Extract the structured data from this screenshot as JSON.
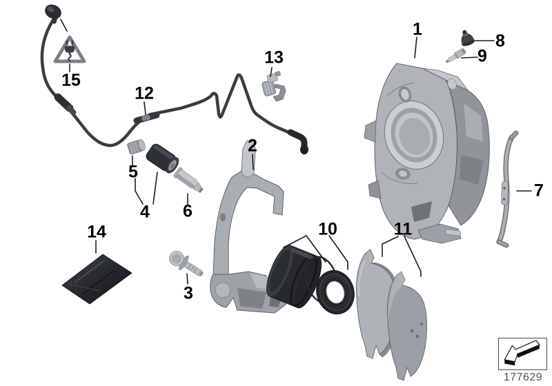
{
  "callouts": {
    "p1": "1",
    "p2": "2",
    "p3": "3",
    "p4": "4",
    "p5": "5",
    "p6": "6",
    "p7": "7",
    "p8": "8",
    "p9": "9",
    "p10": "10",
    "p11": "11",
    "p12": "12",
    "p13": "13",
    "p14": "14",
    "p15": "15"
  },
  "footer": {
    "diagram_number": "177629"
  },
  "icons": {
    "warning_triangle": "electric-plug-warning-triangle-icon",
    "direction_arrow": "direction-of-travel-arrow-icon"
  },
  "colors": {
    "background": "#ffffff",
    "callout_text": "#000000",
    "leader_line": "#1a1a1a",
    "metal_light": "#c6cacf",
    "metal_mid": "#a9aeb3",
    "metal_dark": "#888d92",
    "rubber_dark": "#2b2e31",
    "diagram_number_text": "#4d4f52"
  }
}
